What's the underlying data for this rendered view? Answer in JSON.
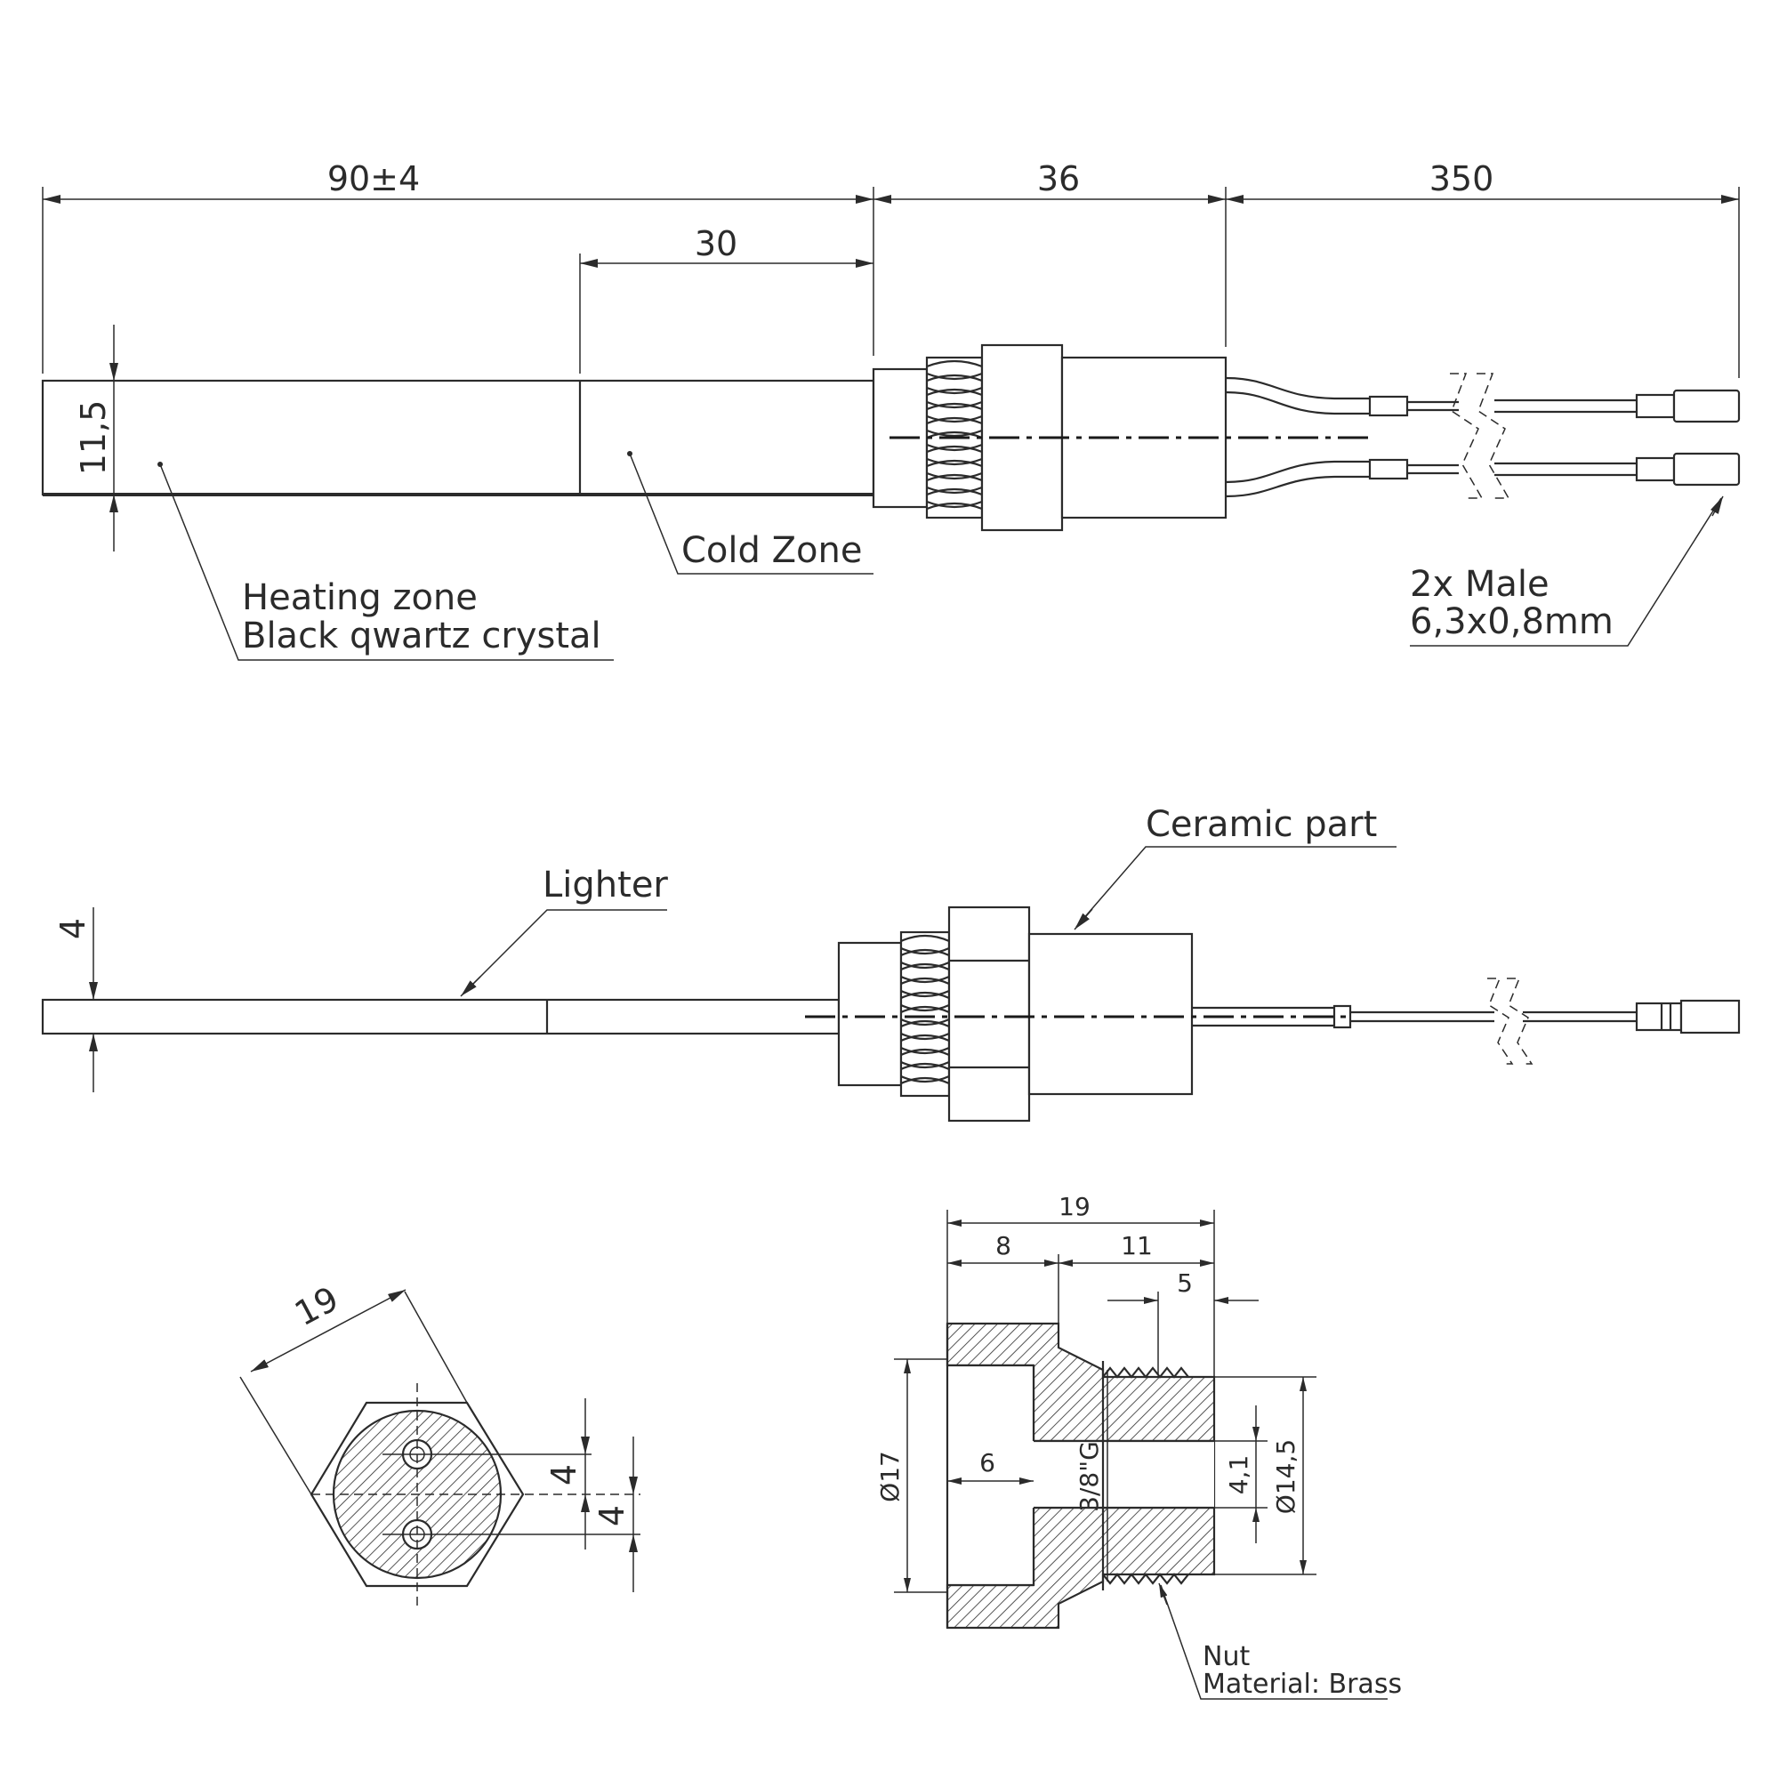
{
  "top_view": {
    "dim_total_heater": "90±4",
    "dim_cold_zone": "30",
    "dim_body": "36",
    "dim_cable": "350",
    "dim_height": "11,5",
    "label_cold_zone": "Cold Zone",
    "label_heating_line1": "Heating zone",
    "label_heating_line2": "Black qwartz crystal",
    "label_terminal_line1": "2x Male",
    "label_terminal_line2": "6,3x0,8mm"
  },
  "side_view": {
    "dim_thickness": "4",
    "label_lighter": "Lighter",
    "label_ceramic": "Ceramic part"
  },
  "hex_view": {
    "dim_across_flats": "19",
    "dim_hole_upper": "4",
    "dim_hole_lower": "4"
  },
  "nut_section": {
    "dim_total_length": "19",
    "dim_flange": "8",
    "dim_thread_length": "11",
    "dim_thread_end": "5",
    "dim_outer_diameter": "Ø17",
    "dim_bore_depth": "6",
    "dim_thread_spec": "3/8\"G",
    "dim_bore_inner": "4,1",
    "dim_thread_diameter": "Ø14,5",
    "label_nut_line1": "Nut",
    "label_nut_line2": "Material: Brass"
  }
}
